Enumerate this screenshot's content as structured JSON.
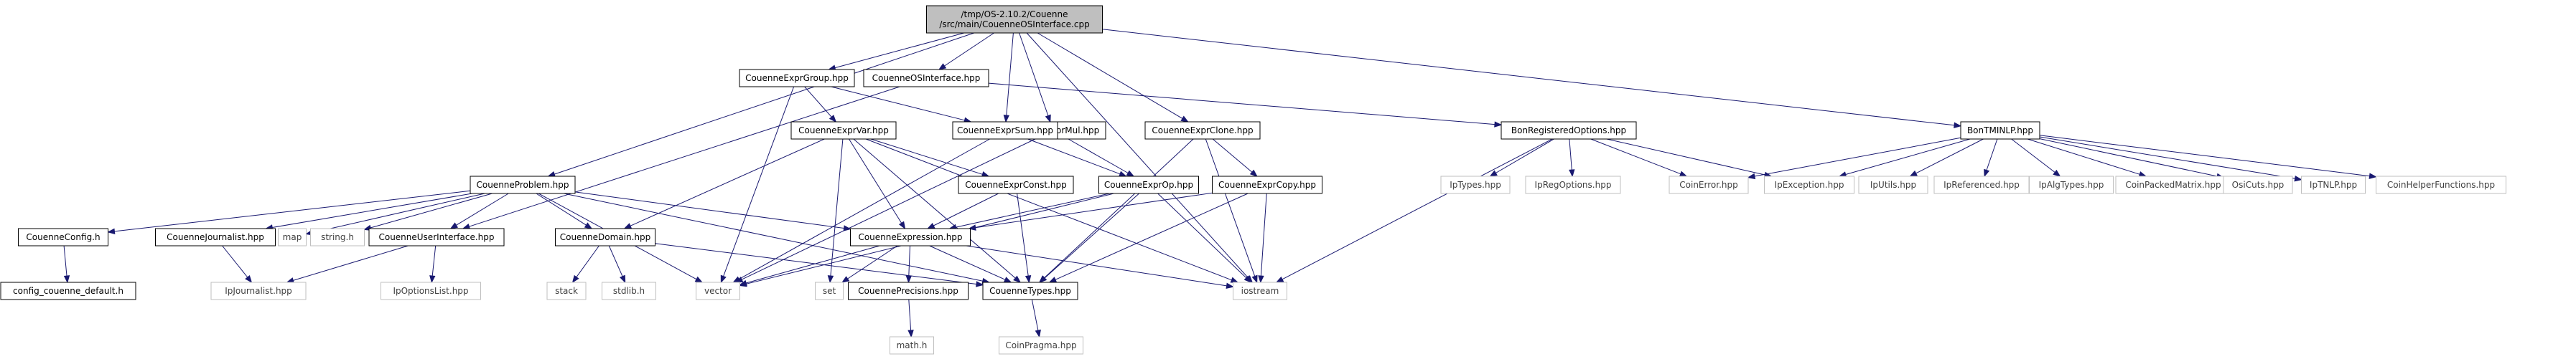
{
  "colors": {
    "root_fill": "#bfbfbf",
    "node_fill": "#ffffff",
    "documented_border": "#000000",
    "external_border": "#bfbfbf",
    "external_text": "#404040",
    "edge": "#191970"
  },
  "nodes": {
    "root": {
      "lines": [
        "/tmp/OS-2.10.2/Couenne",
        "/src/main/CouenneOSInterface.cpp"
      ],
      "kind": "root"
    },
    "exprgroup": {
      "lines": [
        "CouenneExprGroup.hpp"
      ],
      "kind": "documented"
    },
    "osiface": {
      "lines": [
        "CouenneOSInterface.hpp"
      ],
      "kind": "documented"
    },
    "exprmul": {
      "lines": [
        "CouenneExprMul.hpp"
      ],
      "kind": "documented"
    },
    "exprclone": {
      "lines": [
        "CouenneExprClone.hpp"
      ],
      "kind": "documented"
    },
    "bontminlp": {
      "lines": [
        "BonTMINLP.hpp"
      ],
      "kind": "documented"
    },
    "exprvar": {
      "lines": [
        "CouenneExprVar.hpp"
      ],
      "kind": "documented"
    },
    "exprsum": {
      "lines": [
        "CouenneExprSum.hpp"
      ],
      "kind": "documented"
    },
    "bonregopts": {
      "lines": [
        "BonRegisteredOptions.hpp"
      ],
      "kind": "documented"
    },
    "problem": {
      "lines": [
        "CouenneProblem.hpp"
      ],
      "kind": "documented"
    },
    "exprconst": {
      "lines": [
        "CouenneExprConst.hpp"
      ],
      "kind": "documented"
    },
    "exprop": {
      "lines": [
        "CouenneExprOp.hpp"
      ],
      "kind": "documented"
    },
    "exprcopy": {
      "lines": [
        "CouenneExprCopy.hpp"
      ],
      "kind": "documented"
    },
    "config": {
      "lines": [
        "CouenneConfig.h"
      ],
      "kind": "documented"
    },
    "journalist": {
      "lines": [
        "CouenneJournalist.hpp"
      ],
      "kind": "documented"
    },
    "map": {
      "lines": [
        "map"
      ],
      "kind": "external"
    },
    "stringh": {
      "lines": [
        "string.h"
      ],
      "kind": "external"
    },
    "userinterface": {
      "lines": [
        "CouenneUserInterface.hpp"
      ],
      "kind": "documented"
    },
    "domain": {
      "lines": [
        "CouenneDomain.hpp"
      ],
      "kind": "documented"
    },
    "expression": {
      "lines": [
        "CouenneExpression.hpp"
      ],
      "kind": "documented"
    },
    "configdefault": {
      "lines": [
        "config_couenne_default.h"
      ],
      "kind": "documented"
    },
    "ipjournalist": {
      "lines": [
        "IpJournalist.hpp"
      ],
      "kind": "external"
    },
    "ipoptionslist": {
      "lines": [
        "IpOptionsList.hpp"
      ],
      "kind": "external"
    },
    "stack": {
      "lines": [
        "stack"
      ],
      "kind": "external"
    },
    "stdlib": {
      "lines": [
        "stdlib.h"
      ],
      "kind": "external"
    },
    "vector": {
      "lines": [
        "vector"
      ],
      "kind": "external"
    },
    "set": {
      "lines": [
        "set"
      ],
      "kind": "external"
    },
    "precisions": {
      "lines": [
        "CouennePrecisions.hpp"
      ],
      "kind": "documented"
    },
    "types": {
      "lines": [
        "CouenneTypes.hpp"
      ],
      "kind": "documented"
    },
    "iostream": {
      "lines": [
        "iostream"
      ],
      "kind": "external"
    },
    "mathh": {
      "lines": [
        "math.h"
      ],
      "kind": "external"
    },
    "coinpragma": {
      "lines": [
        "CoinPragma.hpp"
      ],
      "kind": "external"
    },
    "iptypes": {
      "lines": [
        "IpTypes.hpp"
      ],
      "kind": "external"
    },
    "ipregoptions": {
      "lines": [
        "IpRegOptions.hpp"
      ],
      "kind": "external"
    },
    "coinerror": {
      "lines": [
        "CoinError.hpp"
      ],
      "kind": "external"
    },
    "ipexception": {
      "lines": [
        "IpException.hpp"
      ],
      "kind": "external"
    },
    "iputils": {
      "lines": [
        "IpUtils.hpp"
      ],
      "kind": "external"
    },
    "ipreferenced": {
      "lines": [
        "IpReferenced.hpp"
      ],
      "kind": "external"
    },
    "ipalgtypes": {
      "lines": [
        "IpAlgTypes.hpp"
      ],
      "kind": "external"
    },
    "coinpackedmatrix": {
      "lines": [
        "CoinPackedMatrix.hpp"
      ],
      "kind": "external"
    },
    "osicuts": {
      "lines": [
        "OsiCuts.hpp"
      ],
      "kind": "external"
    },
    "iptnlp": {
      "lines": [
        "IpTNLP.hpp"
      ],
      "kind": "external"
    },
    "coinhelper": {
      "lines": [
        "CoinHelperFunctions.hpp"
      ],
      "kind": "external"
    }
  },
  "edges": [
    [
      "root",
      "exprgroup"
    ],
    [
      "root",
      "osiface"
    ],
    [
      "root",
      "exprmul"
    ],
    [
      "root",
      "exprclone"
    ],
    [
      "root",
      "bontminlp"
    ],
    [
      "root",
      "exprsum"
    ],
    [
      "root",
      "problem"
    ],
    [
      "root",
      "iostream"
    ],
    [
      "exprgroup",
      "exprvar"
    ],
    [
      "exprgroup",
      "exprsum"
    ],
    [
      "exprgroup",
      "vector"
    ],
    [
      "osiface",
      "bonregopts"
    ],
    [
      "osiface",
      "userinterface"
    ],
    [
      "exprmul",
      "exprop"
    ],
    [
      "exprmul",
      "vector"
    ],
    [
      "exprclone",
      "exprcopy"
    ],
    [
      "exprclone",
      "types"
    ],
    [
      "exprclone",
      "iostream"
    ],
    [
      "exprvar",
      "exprconst"
    ],
    [
      "exprvar",
      "domain"
    ],
    [
      "exprvar",
      "expression"
    ],
    [
      "exprvar",
      "types"
    ],
    [
      "exprvar",
      "set"
    ],
    [
      "exprvar",
      "iostream"
    ],
    [
      "exprsum",
      "exprop"
    ],
    [
      "exprsum",
      "vector"
    ],
    [
      "exprconst",
      "expression"
    ],
    [
      "exprconst",
      "types"
    ],
    [
      "exprop",
      "expression"
    ],
    [
      "exprop",
      "types"
    ],
    [
      "exprop",
      "iostream"
    ],
    [
      "exprop",
      "vector"
    ],
    [
      "exprcopy",
      "expression"
    ],
    [
      "exprcopy",
      "types"
    ],
    [
      "exprcopy",
      "iostream"
    ],
    [
      "problem",
      "config"
    ],
    [
      "problem",
      "journalist"
    ],
    [
      "problem",
      "map"
    ],
    [
      "problem",
      "stringh"
    ],
    [
      "problem",
      "domain"
    ],
    [
      "problem",
      "expression"
    ],
    [
      "problem",
      "userinterface"
    ],
    [
      "problem",
      "vector"
    ],
    [
      "problem",
      "types"
    ],
    [
      "config",
      "configdefault"
    ],
    [
      "journalist",
      "ipjournalist"
    ],
    [
      "userinterface",
      "ipjournalist"
    ],
    [
      "userinterface",
      "ipoptionslist"
    ],
    [
      "domain",
      "stack"
    ],
    [
      "domain",
      "stdlib"
    ],
    [
      "domain",
      "types"
    ],
    [
      "expression",
      "vector"
    ],
    [
      "expression",
      "set"
    ],
    [
      "expression",
      "precisions"
    ],
    [
      "expression",
      "types"
    ],
    [
      "expression",
      "iostream"
    ],
    [
      "precisions",
      "mathh"
    ],
    [
      "types",
      "coinpragma"
    ],
    [
      "bonregopts",
      "iptypes"
    ],
    [
      "bonregopts",
      "ipregoptions"
    ],
    [
      "bonregopts",
      "coinerror"
    ],
    [
      "bonregopts",
      "ipexception"
    ],
    [
      "bonregopts",
      "iostream"
    ],
    [
      "bontminlp",
      "ipexception"
    ],
    [
      "bontminlp",
      "iputils"
    ],
    [
      "bontminlp",
      "ipreferenced"
    ],
    [
      "bontminlp",
      "ipalgtypes"
    ],
    [
      "bontminlp",
      "coinpackedmatrix"
    ],
    [
      "bontminlp",
      "osicuts"
    ],
    [
      "bontminlp",
      "iptnlp"
    ],
    [
      "bontminlp",
      "coinhelper"
    ],
    [
      "bontminlp",
      "coinerror"
    ]
  ]
}
